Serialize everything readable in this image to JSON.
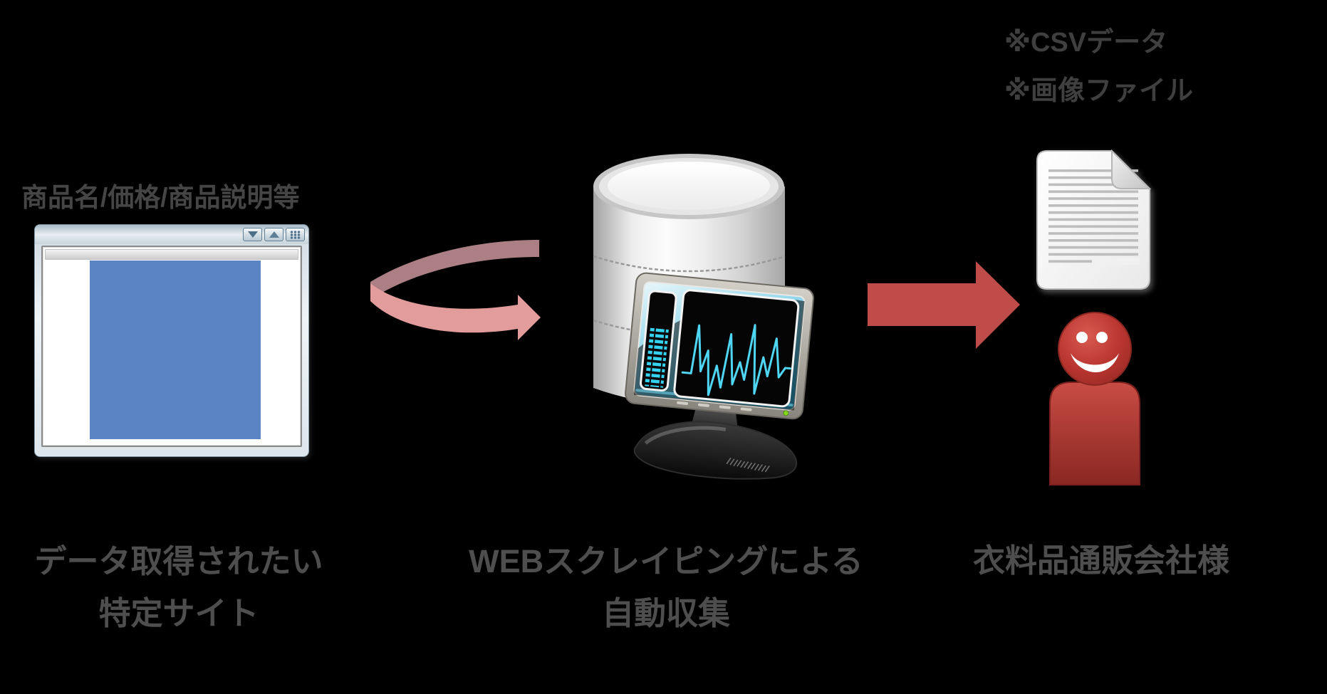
{
  "diagram": {
    "background_color": "#000000",
    "source": {
      "label": "商品名/価格/商品説明等",
      "caption_line1": "データ取得されたい",
      "caption_line2": "特定サイト"
    },
    "process": {
      "caption_line1": "WEBスクレイピングによる",
      "caption_line2": "自動収集"
    },
    "output": {
      "note1": "※CSVデータ",
      "note2": "※画像ファイル",
      "caption": "衣料品通販会社様"
    },
    "colors": {
      "label_text": "#454545",
      "note_text": "#3f3f3f",
      "caption_text": "#4e4e4e",
      "right_arrow_red": "#bf4c49",
      "loop_arrow_far_band": "#ab7f83",
      "loop_arrow_near_band": "#e39c9c",
      "browser_page_blue": "#5b84c4",
      "person_red": "#b93530",
      "waveform_cyan": "#4fd6f4",
      "database_silver": "#e9e9e9"
    },
    "icons": {
      "browser_window": "browser-window-icon",
      "window_buttons": [
        "triangle-down-icon",
        "triangle-up-icon",
        "dot-grid-icon"
      ],
      "loop_arrow": "loop-arrow-icon",
      "database": "database-cylinder-icon",
      "monitor": "monitor-waveform-icon",
      "right_arrow": "right-arrow-icon",
      "document": "document-file-icon",
      "person": "person-smiley-icon"
    }
  }
}
